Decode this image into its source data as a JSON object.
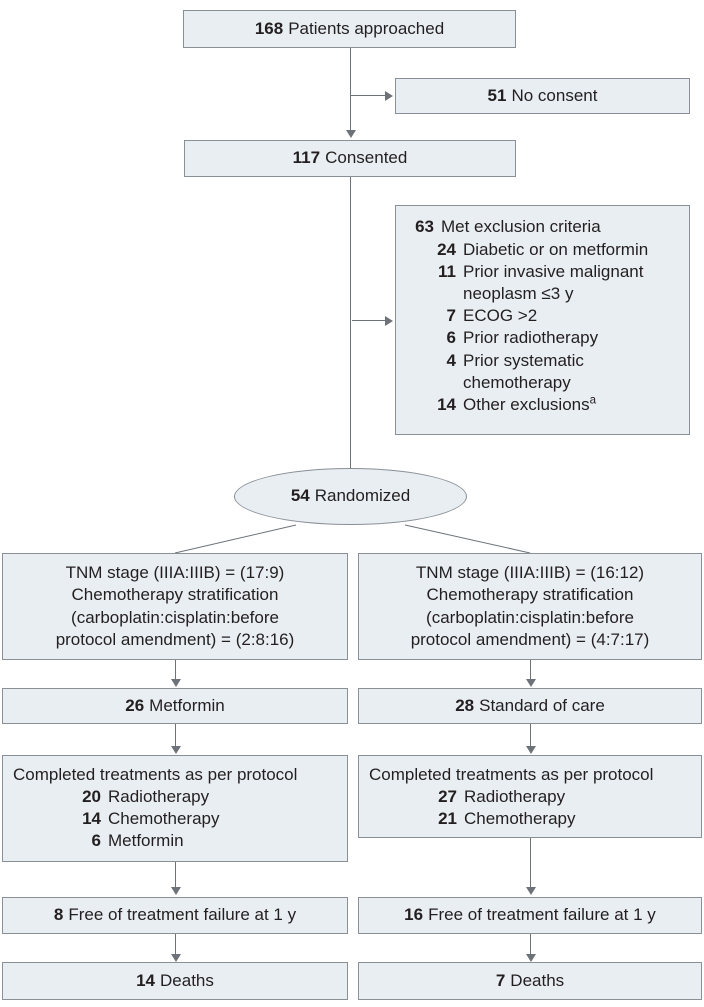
{
  "diagram": {
    "type": "consort-flow-diagram",
    "nodes": {
      "approached": {
        "n": "168",
        "label": "Patients approached"
      },
      "no_consent": {
        "n": "51",
        "label": "No consent"
      },
      "consented": {
        "n": "117",
        "label": "Consented"
      },
      "randomized": {
        "n": "54",
        "label": "Randomized"
      },
      "exclusions": {
        "n": "63",
        "label": "Met exclusion criteria",
        "items": [
          {
            "n": "24",
            "label": "Diabetic or on metformin"
          },
          {
            "n": "11",
            "label": "Prior invasive malignant neoplasm ≤3 y"
          },
          {
            "n": "7",
            "label": "ECOG >2"
          },
          {
            "n": "6",
            "label": "Prior radiotherapy"
          },
          {
            "n": "4",
            "label": "Prior systematic chemotherapy"
          },
          {
            "n": "14",
            "label": "Other exclusions",
            "footnote": "a"
          }
        ]
      }
    },
    "arms": [
      {
        "strat": [
          "TNM stage (IIIA:IIIB) = (17:9)",
          "Chemotherapy stratification",
          "(carboplatin:cisplatin:before",
          "protocol amendment) = (2:8:16)"
        ],
        "allocation": {
          "n": "26",
          "label": "Metformin"
        },
        "completed": {
          "heading": "Completed treatments as per protocol",
          "items": [
            {
              "n": "20",
              "label": "Radiotherapy"
            },
            {
              "n": "14",
              "label": "Chemotherapy"
            },
            {
              "n": "6",
              "label": "Metformin"
            }
          ]
        },
        "free_of_failure": {
          "n": "8",
          "label": "Free of treatment failure at 1 y"
        },
        "deaths": {
          "n": "14",
          "label": "Deaths"
        }
      },
      {
        "strat": [
          "TNM stage (IIIA:IIIB) = (16:12)",
          "Chemotherapy stratification",
          "(carboplatin:cisplatin:before",
          "protocol amendment) = (4:7:17)"
        ],
        "allocation": {
          "n": "28",
          "label": "Standard of care"
        },
        "completed": {
          "heading": "Completed treatments as per protocol",
          "items": [
            {
              "n": "27",
              "label": "Radiotherapy"
            },
            {
              "n": "21",
              "label": "Chemotherapy"
            }
          ]
        },
        "free_of_failure": {
          "n": "16",
          "label": "Free of treatment failure at 1 y"
        },
        "deaths": {
          "n": "7",
          "label": "Deaths"
        }
      }
    ],
    "colors": {
      "box_fill": "#e9eef2",
      "box_border": "#8a9097",
      "connector": "#6d7379",
      "text": "#231f20",
      "background": "#ffffff"
    }
  }
}
